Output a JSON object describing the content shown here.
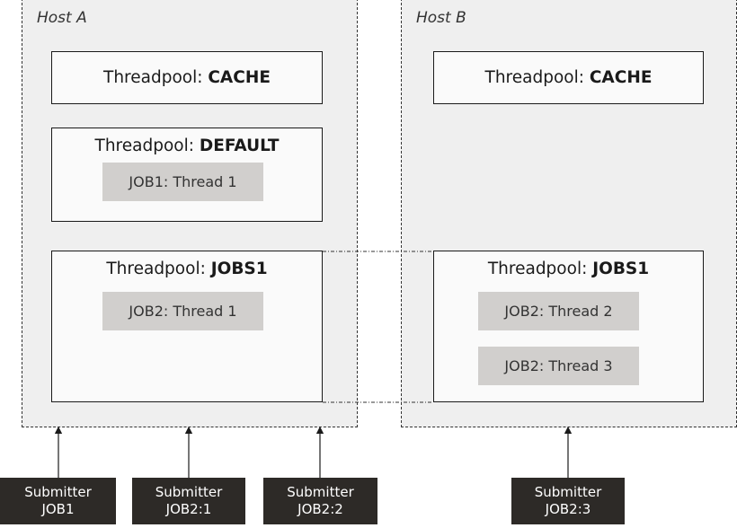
{
  "hosts": [
    {
      "label": "Host A",
      "pools": [
        {
          "prefix": "Threadpool: ",
          "name": "CACHE",
          "threads": []
        },
        {
          "prefix": "Threadpool: ",
          "name": "DEFAULT",
          "threads": [
            "JOB1: Thread 1"
          ]
        },
        {
          "prefix": "Threadpool: ",
          "name": "JOBS1",
          "threads": [
            "JOB2: Thread 1"
          ]
        }
      ]
    },
    {
      "label": "Host B",
      "pools": [
        {
          "prefix": "Threadpool: ",
          "name": "CACHE",
          "threads": []
        },
        {
          "prefix": "Threadpool: ",
          "name": "JOBS1",
          "threads": [
            "JOB2: Thread 2",
            "JOB2: Thread 3"
          ]
        }
      ]
    }
  ],
  "submitters": [
    {
      "line1": "Submitter",
      "line2": "JOB1"
    },
    {
      "line1": "Submitter",
      "line2": "JOB2:1"
    },
    {
      "line1": "Submitter",
      "line2": "JOB2:2"
    },
    {
      "line1": "Submitter",
      "line2": "JOB2:3"
    }
  ]
}
